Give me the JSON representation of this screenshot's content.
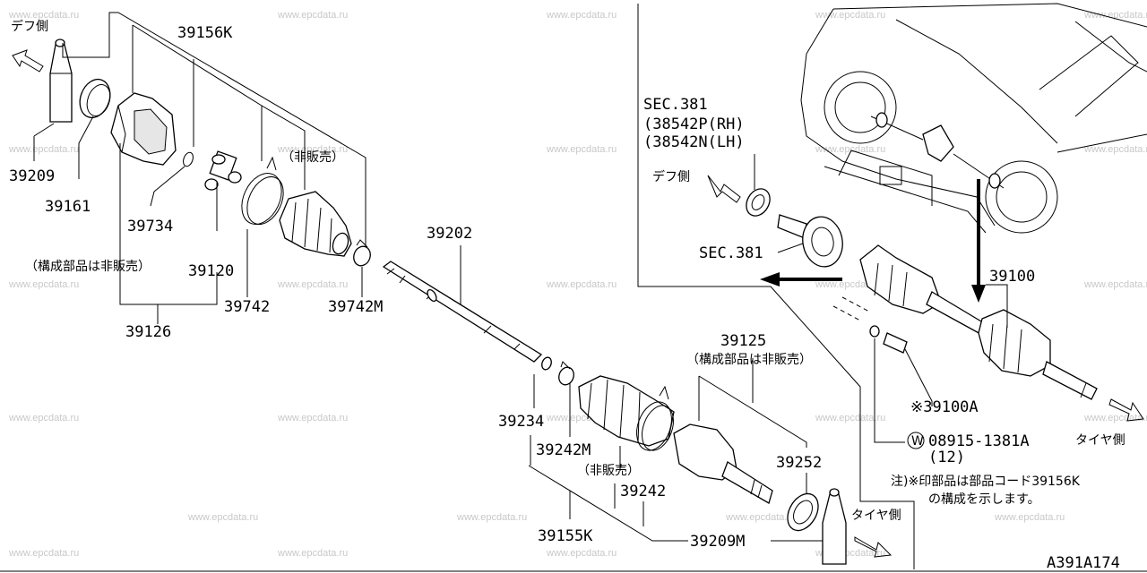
{
  "watermark": "www.epcdata.ru",
  "diagram_code": "A391A174",
  "labels": {
    "dif_side_1": "デフ側",
    "dif_side_2": "デフ側",
    "tire_side_1": "タイヤ側",
    "tire_side_2": "タイヤ側",
    "p39156K": "39156K",
    "p39209": "39209",
    "p39161": "39161",
    "p39734": "39734",
    "p39120": "39120",
    "p39126": "39126",
    "p39742": "39742",
    "p39742M": "39742M",
    "not_sold_1": "（非販売）",
    "comp_not_sold_1": "（構成部品は非販売）",
    "p39202": "39202",
    "sec381_a": "SEC.381",
    "sec381_rh": "(38542P(RH)",
    "sec381_lh": "(38542N(LH)",
    "sec381_b": "SEC.381",
    "p39100": "39100",
    "p39100A": "※39100A",
    "washer_mark": "W",
    "p08915": "08915-1381A",
    "p08915_qty": "(12)",
    "p39125": "39125",
    "comp_not_sold_2": "（構成部品は非販売）",
    "p39234": "39234",
    "p39242M": "39242M",
    "not_sold_2": "（非販売）",
    "p39242": "39242",
    "p39252": "39252",
    "p39155K": "39155K",
    "p39209M": "39209M",
    "note_line1": "注)※印部品は部品コード39156K",
    "note_line2": "の構成を示します。"
  }
}
